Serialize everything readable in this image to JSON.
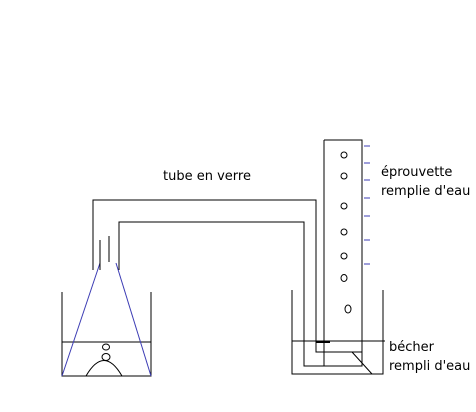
{
  "labels": {
    "tube": "tube en verre",
    "eprouvette_line1": "éprouvette",
    "eprouvette_line2": "remplie d'eau",
    "becher_line1": "bécher",
    "becher_line2": "rempli d'eau"
  },
  "colors": {
    "line": "#000000",
    "flask": "#3c3cb4",
    "graduation": "#3c3cb4"
  }
}
